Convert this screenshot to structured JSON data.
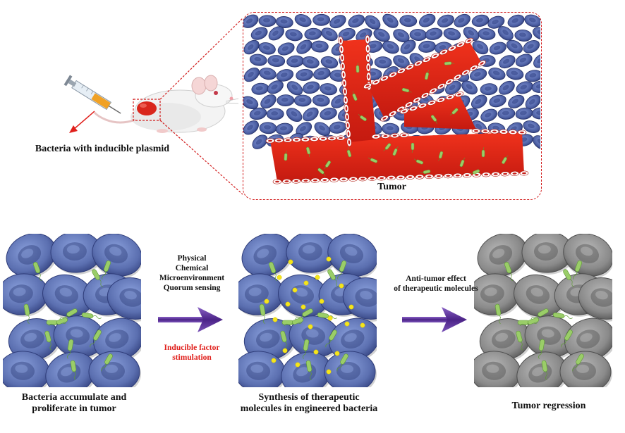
{
  "labels": {
    "injection": "Bacteria with inducible plasmid",
    "tumor": "Tumor",
    "step1": [
      "Bacteria accumulate and",
      "proliferate in tumor"
    ],
    "step2": [
      "Synthesis of therapeutic",
      "molecules in engineered bacteria"
    ],
    "step3": "Tumor regression"
  },
  "conditions": {
    "stimuli": [
      "Physical",
      "Chemical",
      "Microenvironment",
      "Quorum sensing"
    ],
    "inducible": [
      "Inducible factor",
      "stimulation"
    ],
    "antitumor": [
      "Anti-tumor effect",
      "of therapeutic molecules"
    ]
  },
  "colors": {
    "cell_fill": "#5b6fb0",
    "cell_dark": "#2f3d7a",
    "vessel": "#e02a18",
    "bacteria": "#9acd68",
    "molecule": "#f5e51c",
    "arrow": "#5a2f91",
    "regressed": "#8a8a8a",
    "dashed": "#d21b1b",
    "red_text": "#e0201c"
  },
  "icons": [
    "mouse-icon",
    "syringe-icon",
    "tumor-tissue",
    "blood-vessel",
    "bacteria-icon"
  ]
}
